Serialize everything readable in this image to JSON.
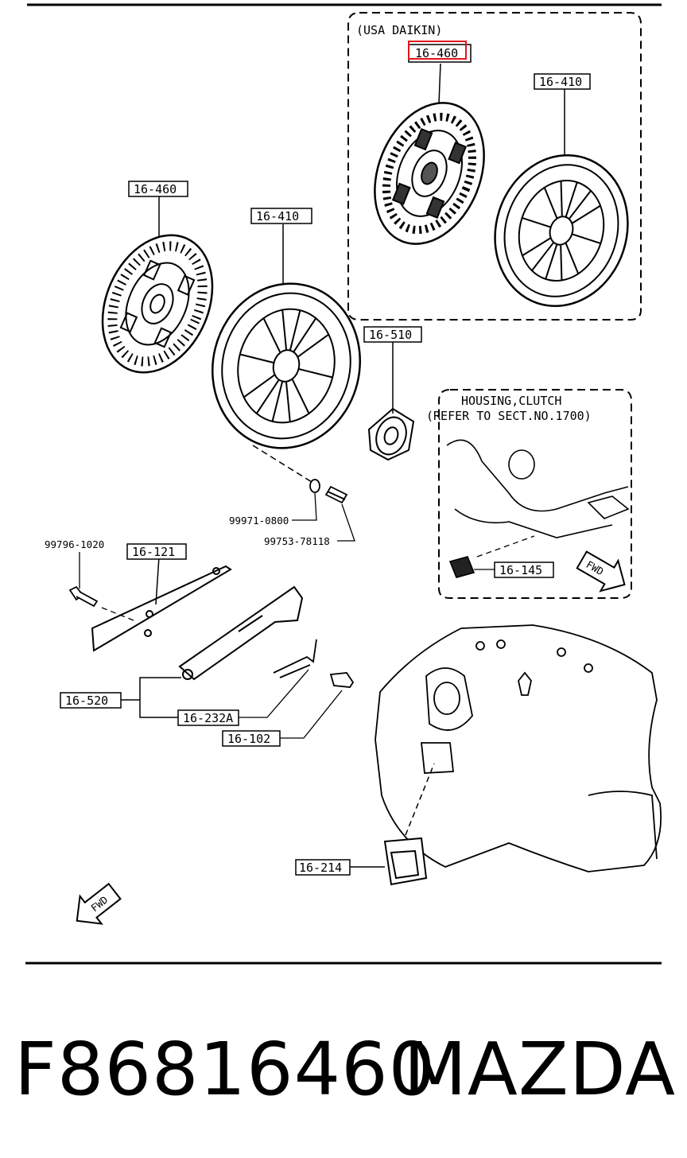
{
  "group_title": "(USA DAIKIN)",
  "housing_note": [
    "HOUSING,CLUTCH",
    "(REFER TO SECT.NO.1700)"
  ],
  "callouts": {
    "disc_usa": "16-460",
    "cover_usa": "16-410",
    "disc": "16-460",
    "cover": "16-410",
    "bearing": "16-510",
    "shim": "16-121",
    "fork_group": "16-520",
    "spring": "16-232A",
    "pivot": "16-102",
    "clip": "16-145",
    "boot": "16-214"
  },
  "fasteners": {
    "washer": "99971-0800",
    "bolt_cover": "99753-78118",
    "bolt_shim": "99796-1020"
  },
  "arrows": {
    "fwd": "FWD"
  },
  "highlight_color": "#e0161b",
  "caption": {
    "part_number": "F86816460",
    "brand": "MAZDA"
  }
}
